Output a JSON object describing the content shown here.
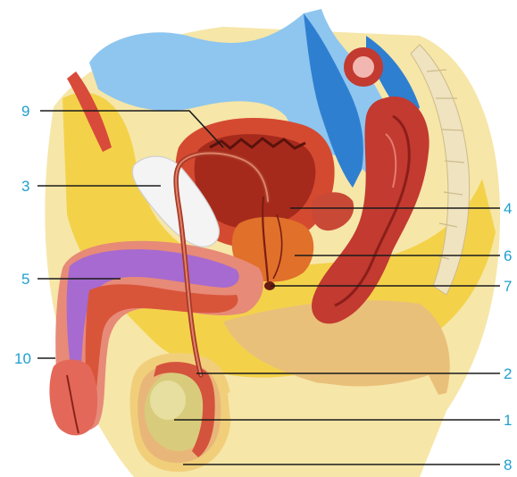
{
  "labels": {
    "l1": "1",
    "l2": "2",
    "l3": "3",
    "l4": "4",
    "l5": "5",
    "l6": "6",
    "l7": "7",
    "l8": "8",
    "l9": "9",
    "l10": "10"
  },
  "colors": {
    "label_text": "#1f9fd0",
    "leader_line": "#1a1a1a",
    "skin": "#f6e6a8",
    "fat": "#f3d24a",
    "peritoneum": "#2f7fd1",
    "peritoneum_light": "#8ec6ef",
    "bladder": "#c8432f",
    "rectum": "#c23a30",
    "penis_erectile": "#a66ad0",
    "testis": "#d8cc7c",
    "prostate": "#e0702a",
    "tissue_red": "#e86848"
  }
}
